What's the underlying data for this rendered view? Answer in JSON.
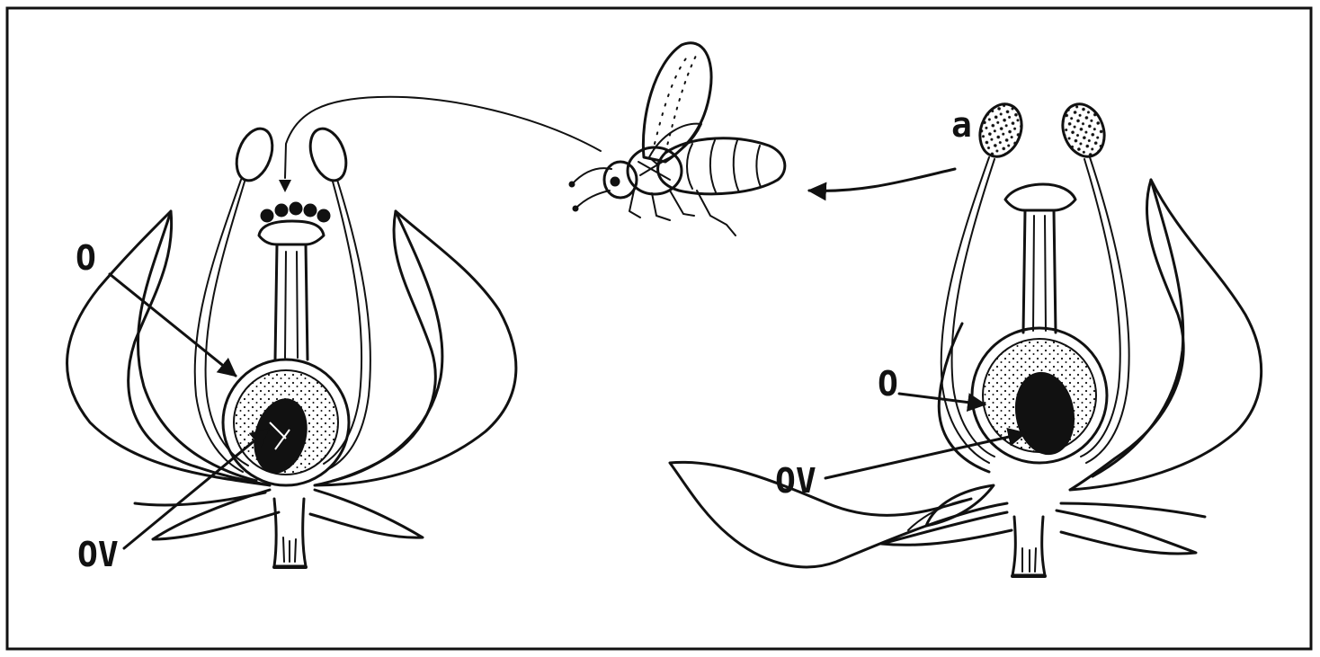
{
  "labels": {
    "left_ovary": "O",
    "left_ovule": "OV",
    "right_anther": "a",
    "right_ovary": "O",
    "right_ovule": "OV"
  },
  "colors": {
    "ink": "#111111",
    "background": "#ffffff"
  }
}
